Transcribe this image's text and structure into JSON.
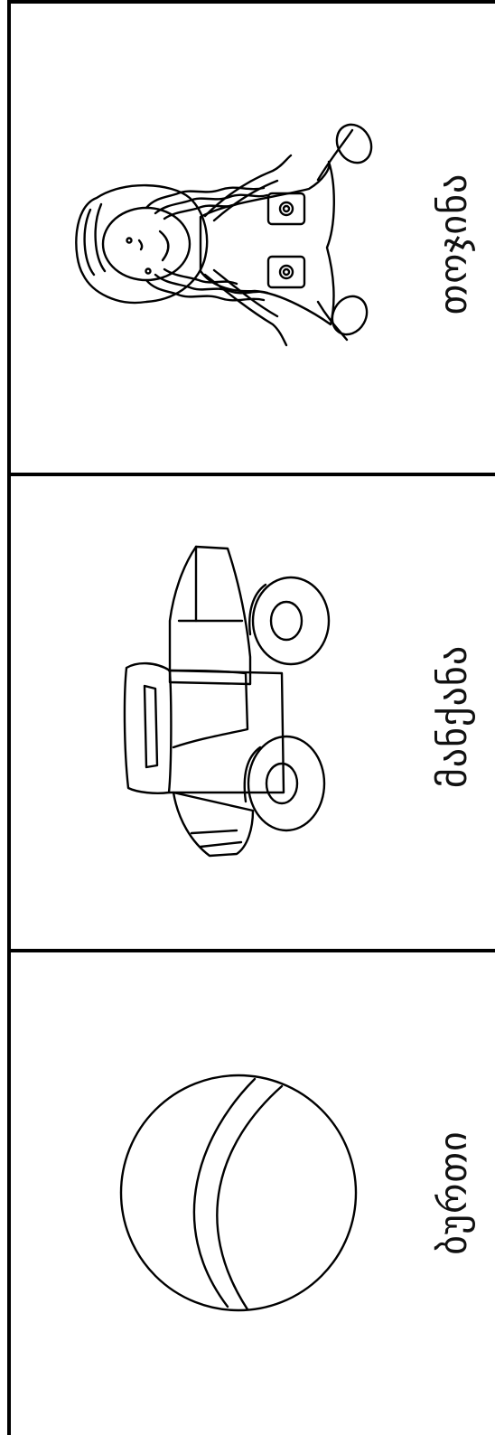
{
  "cards": [
    {
      "word": "თოჯინა",
      "picture": "doll"
    },
    {
      "word": "მანქანა",
      "picture": "toy-truck"
    },
    {
      "word": "ბურთი",
      "picture": "ball"
    }
  ]
}
